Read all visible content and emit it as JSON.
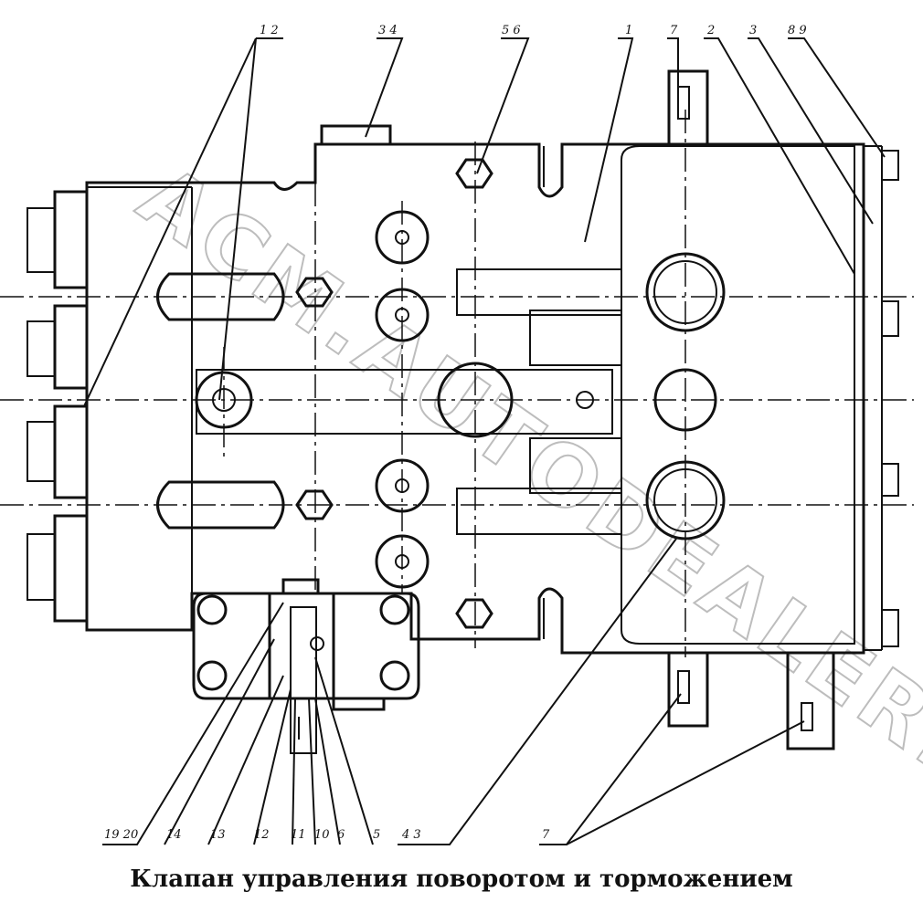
{
  "title": "Клапан управления поворотом и торможением",
  "watermark": "ACM.AUTODEALER.RU",
  "callouts_top": [
    {
      "id": "c-1-2",
      "text": "1 2"
    },
    {
      "id": "c-3-4",
      "text": "3 4"
    },
    {
      "id": "c-5-6",
      "text": "5 6"
    },
    {
      "id": "c-1",
      "text": "1"
    },
    {
      "id": "c-7",
      "text": "7"
    },
    {
      "id": "c-2",
      "text": "2"
    },
    {
      "id": "c-3",
      "text": "3"
    },
    {
      "id": "c-8-9",
      "text": "8 9"
    }
  ],
  "callouts_bottom": [
    {
      "id": "c-19-20",
      "text": "19 20"
    },
    {
      "id": "c-14",
      "text": "14"
    },
    {
      "id": "c-13",
      "text": "13"
    },
    {
      "id": "c-12",
      "text": "12"
    },
    {
      "id": "c-11",
      "text": "11"
    },
    {
      "id": "c-10",
      "text": "10"
    },
    {
      "id": "c-6",
      "text": "6"
    },
    {
      "id": "c-5b",
      "text": "5"
    },
    {
      "id": "c-4-3",
      "text": "4 3"
    },
    {
      "id": "c-7b",
      "text": "7"
    }
  ]
}
